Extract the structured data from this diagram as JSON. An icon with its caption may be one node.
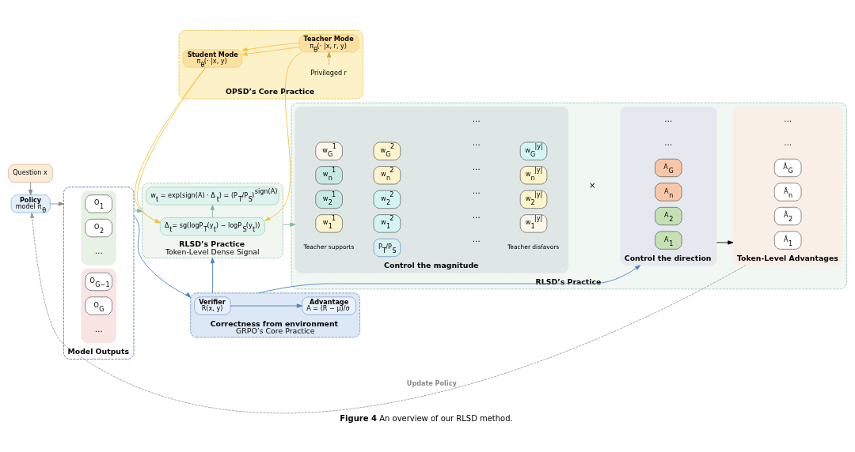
{
  "diagram": {
    "caption": "**Figure 4** An overview of our RLSD method.",
    "nodes": [
      {
        "text": [
          "Policy",
          "model π$_{θ}$"
        ]
      },
      {
        "text": [
          "Question x"
        ]
      },
      {
        "text": [
          "Model Outputs"
        ]
      },
      {
        "text": [],
        "shape": "box",
        "in": 2
      },
      {
        "text": [
          "O$_{1}$"
        ],
        "in": 3
      },
      {
        "text": [
          "O$_{2}$"
        ],
        "in": 3
      },
      {
        "text": [],
        "shape": "box",
        "in": 2
      },
      {
        "text": [
          "O$_{G−1}$"
        ],
        "in": 6
      },
      {
        "text": [
          "O$_{G}$"
        ],
        "in": 6
      },
      {
        "text": [
          "OPSD’s Core Practice"
        ]
      },
      {
        "text": [
          "Student Mode",
          "π$_{θ}$(· |x, y)"
        ],
        "in": 9
      },
      {
        "text": [
          "Teacher Mode",
          "π$_{θ}$(· |x, r, y)"
        ],
        "in": 9
      },
      {
        "text": [
          "Privileged r"
        ],
        "in": 9
      },
      {
        "text": [
          "RLSD’s Practice",
          "Token-Level Dense Signal"
        ]
      },
      {
        "text": [
          "Δ$_{t}$= sg(logP$_{T}$(y$_{t}$) − logP$_{S}$(y$_{t}$))"
        ],
        "in": 13
      },
      {
        "text": [
          "w$_{t}$ = exp(sign(A) · Δ$_{t}$) = (P$_{T}$/P$_{S}$)$^{sign(A)}$"
        ],
        "in": 13
      },
      {
        "text": [
          "Correctness from environment",
          "GRPO’s Core Practice"
        ]
      },
      {
        "text": [
          "Verifier",
          "R(x, y)"
        ],
        "in": 16
      },
      {
        "text": [
          "Advantage",
          "A = (R − μ)/σ"
        ],
        "in": 16
      },
      {
        "text": [
          "RLSD’s Practice"
        ]
      },
      {
        "text": [
          "Control the magnitude"
        ],
        "in": 19
      },
      {
        "text": [
          "w$_{1}$$^{1}$"
        ],
        "in": 20
      },
      {
        "text": [
          "w$_{1}$$^{2}$"
        ],
        "in": 20
      },
      {
        "text": [
          "w$_{1}$$^{|y|}$"
        ],
        "in": 20
      },
      {
        "text": [
          "w$_{2}$$^{1}$"
        ],
        "in": 20
      },
      {
        "text": [
          "w$_{2}$$^{2}$"
        ],
        "in": 20
      },
      {
        "text": [
          "w$_{2}$$^{|y|}$"
        ],
        "in": 20
      },
      {
        "text": [
          "w$_{n}$$^{1}$"
        ],
        "in": 20
      },
      {
        "text": [
          "w$_{n}$$^{2}$"
        ],
        "in": 20
      },
      {
        "text": [
          "w$_{n}$$^{|y|}$"
        ],
        "in": 20
      },
      {
        "text": [
          "w$_{G}$$^{1}$"
        ],
        "in": 20
      },
      {
        "text": [
          "w$_{G}$$^{2}$"
        ],
        "in": 20
      },
      {
        "text": [
          "w$_{G}$$^{|y|}$"
        ],
        "in": 20
      },
      {
        "text": [
          "P$_{T}$/P$_{S}$"
        ],
        "in": 20
      },
      {
        "text": [
          "Control the direction"
        ],
        "in": 19
      },
      {
        "text": [
          "A$_{1}$"
        ],
        "in": 34
      },
      {
        "text": [
          "A$_{2}$"
        ],
        "in": 34
      },
      {
        "text": [
          "A$_{n}$"
        ],
        "in": 34
      },
      {
        "text": [
          "A$_{G}$"
        ],
        "in": 34
      },
      {
        "text": [
          "Token-Level Advantages"
        ],
        "in": 19
      },
      {
        "text": [
          "Â$_{1}$"
        ],
        "in": 39
      },
      {
        "text": [
          "Â$_{2}$"
        ],
        "in": 39
      },
      {
        "text": [
          "Â$_{n}$"
        ],
        "in": 39
      },
      {
        "text": [
          "Â$_{G}$"
        ],
        "in": 39
      }
    ],
    "edges": [
      {
        "from": 1,
        "to": 0,
        "arrow": "to",
        "color": "#888888"
      },
      {
        "from": 0,
        "to": 2,
        "arrow": "to",
        "color": "#888888"
      },
      {
        "from": 2,
        "to": 13,
        "arrow": "to",
        "color": "#7fb8a0"
      },
      {
        "from": 2,
        "to": 16,
        "arrow": "to",
        "color": "#4a7fc0"
      },
      {
        "from": 11,
        "to": 10,
        "arrow": "to",
        "color": "#f5c242"
      },
      {
        "from": 11,
        "to": 10,
        "arrow": "to",
        "color": "#f5c242"
      },
      {
        "from": 12,
        "to": 11,
        "arrow": "to",
        "style": "dashed",
        "color": "#c9a040"
      },
      {
        "from": 10,
        "to": 14,
        "arrow": "to",
        "color": "#f5c242"
      },
      {
        "from": 11,
        "to": 14,
        "arrow": "to",
        "color": "#f5c242"
      },
      {
        "from": 14,
        "to": 15,
        "arrow": "to",
        "color": "#7fb8a0"
      },
      {
        "from": 16,
        "to": 13,
        "arrow": "to",
        "color": "#4a7fc0"
      },
      {
        "from": 17,
        "to": 18,
        "arrow": "to",
        "color": "#4a7fc0"
      },
      {
        "from": 13,
        "to": 20,
        "arrow": "to",
        "color": "#7fb8a0"
      },
      {
        "from": 16,
        "to": 34,
        "arrow": "to",
        "color": "#4a7fc0"
      },
      {
        "from": 34,
        "to": 39,
        "arrow": "to",
        "color": "#000000"
      },
      {
        "from": 39,
        "to": 0,
        "arrow": "to",
        "style": "dashed",
        "color": "#999999",
        "label": "Update Policy"
      }
    ],
    "labels": [
      "…",
      "…",
      "…",
      "…",
      "…",
      "…",
      "…",
      "…",
      "×",
      "…",
      "…",
      "…",
      "…",
      "Teacher supports",
      "Teacher disfavors"
    ]
  }
}
